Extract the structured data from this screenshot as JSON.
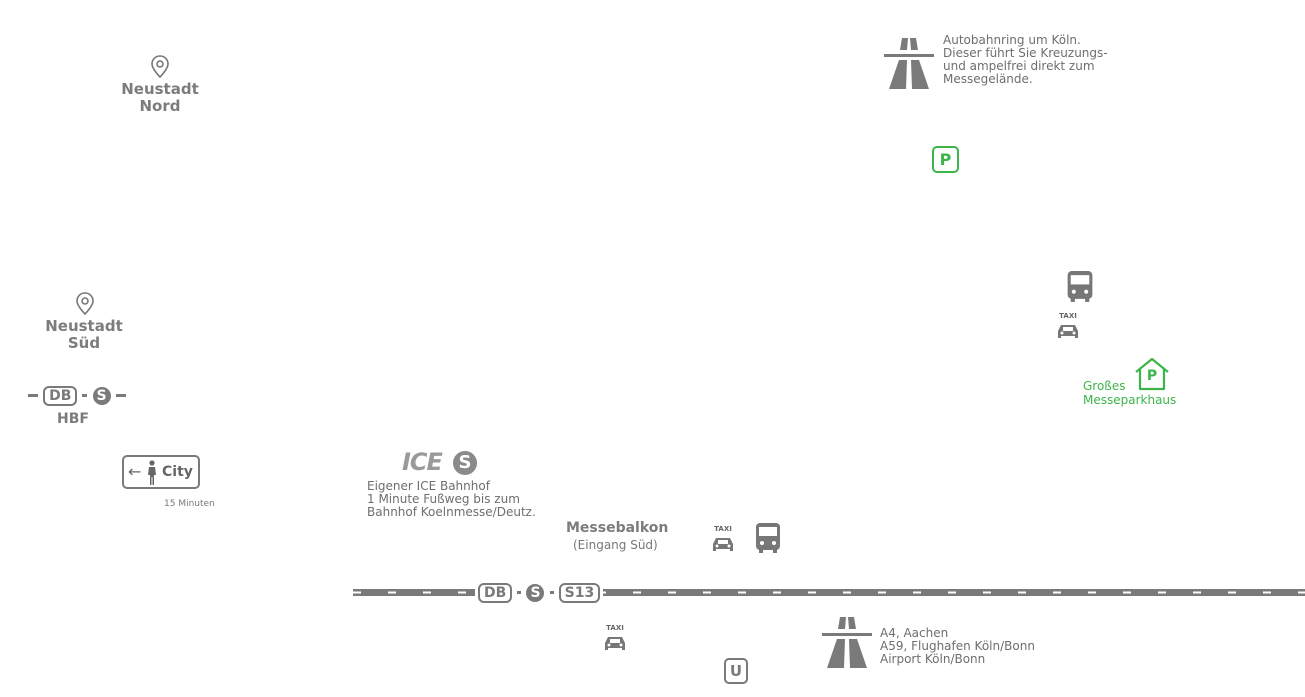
{
  "districts": {
    "neustadt_nord": "Neustadt\nNord",
    "neustadt_sued": "Neustadt\nSüd"
  },
  "hbf": {
    "db": "DB",
    "s": "S",
    "label": "HBF"
  },
  "city": {
    "arrow": "←",
    "label": "City",
    "time": "15 Minuten"
  },
  "ice": {
    "label": "ICE",
    "s": "S",
    "line1": "Eigener ICE Bahnhof",
    "line2": "1 Minute Fußweg bis zum",
    "line3": "Bahnhof Koelnmesse/Deutz."
  },
  "messebalkon": {
    "title": "Messebalkon",
    "sub": "(Eingang Süd)"
  },
  "taxi_label": "TAXI",
  "rail": {
    "db": "DB",
    "s": "S",
    "s13": "S13"
  },
  "autobahnring": {
    "line1": "Autobahnring um Köln.",
    "line2": "Dieser führt Sie Kreuzungs-",
    "line3": "und ampelfrei direkt zum",
    "line4": "Messegelände."
  },
  "parking_letter": "P",
  "parkhaus": {
    "line1": "Großes",
    "line2": "Messeparkhaus",
    "p": "P"
  },
  "a4": {
    "line1": "A4, Aachen",
    "line2": "A59, Flughafen Köln/Bonn",
    "line3": "Airport Köln/Bonn"
  },
  "ubahn": "U",
  "colors": {
    "gray": "#7a7a7a",
    "green": "#3db54a"
  }
}
